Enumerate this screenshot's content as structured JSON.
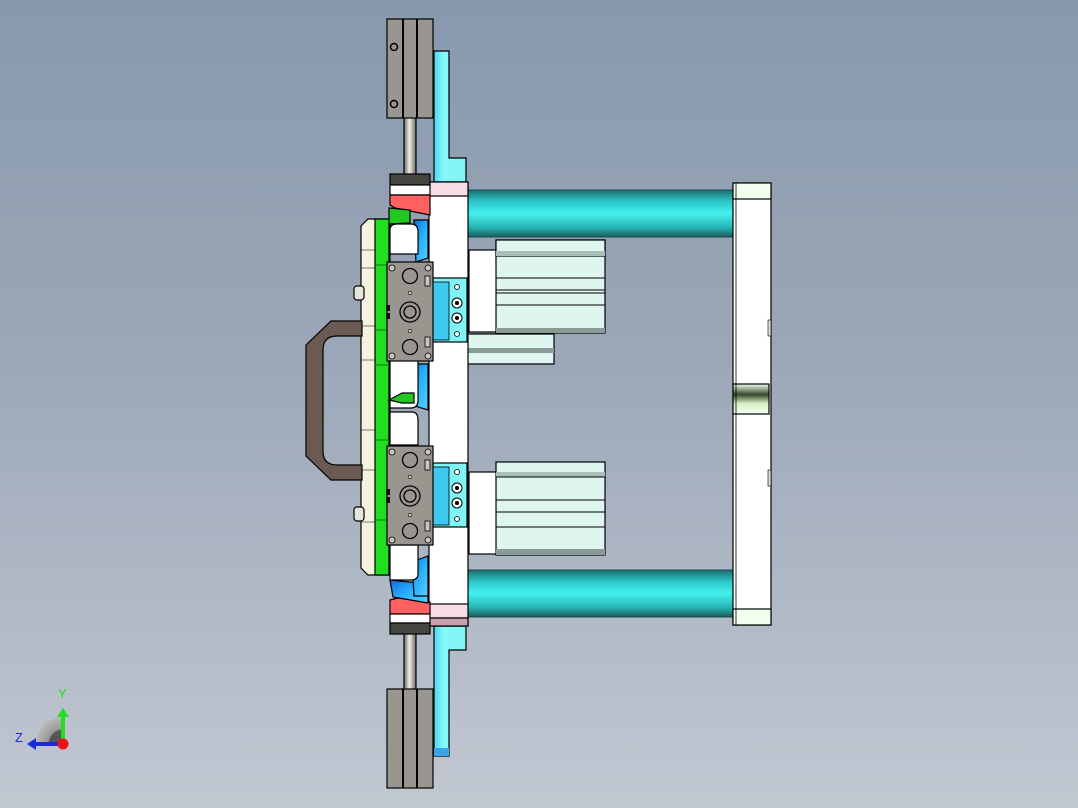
{
  "viewport": {
    "type": "cad-3d-viewport",
    "view": "side-view",
    "background_top": "#8898ad",
    "background_bottom": "#c2c8d2"
  },
  "model": {
    "name": "gripper-fixture-assembly",
    "colors": {
      "guide_rods": "#3fe0e0",
      "cylinders": "#dff5f0",
      "cylinder_trim": "#8a9a94",
      "bracket": "#7ff7f7",
      "clamp_pads": "#22dd22",
      "handle": "#6a5a52",
      "mount_blocks": "#98968e",
      "red_pads": "#ff6060",
      "blue_locators": "#1fa0ff",
      "frame": "#ffffff",
      "pink_caps": "#f0c8d8"
    }
  },
  "triad": {
    "y_label": "Y",
    "z_label": "Z",
    "y_color": "#22dd22",
    "z_color": "#1a2ad8",
    "x_color": "#ee1111"
  }
}
